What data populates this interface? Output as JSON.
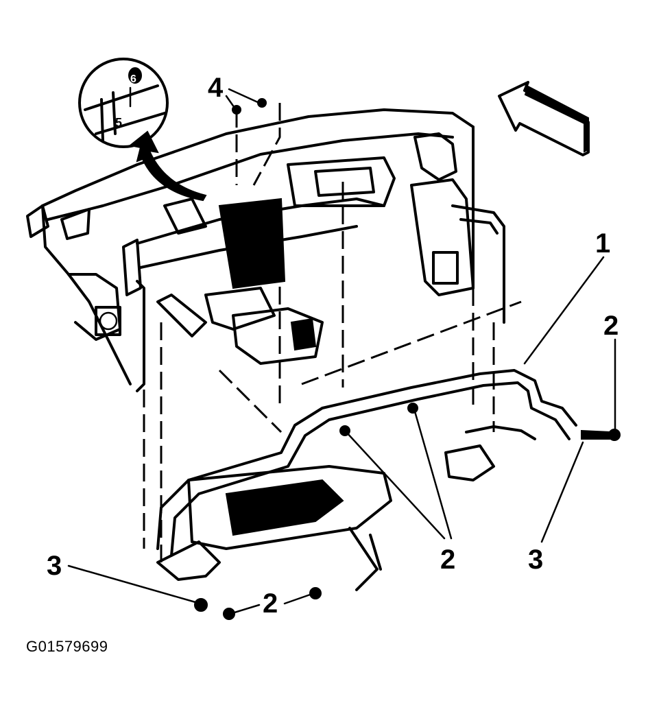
{
  "diagram": {
    "figure_id": "G01579699",
    "callouts": {
      "c1": "1",
      "c2_top_right": "2",
      "c2_middle": "2",
      "c2_bottom": "2",
      "c3_left": "3",
      "c3_right": "3",
      "c4": "4"
    },
    "detail_inset": {
      "digit_upper": "6",
      "digit_lower": "5"
    },
    "colors": {
      "ink": "#000000",
      "background": "#ffffff"
    },
    "icons": [
      "view-direction-arrow-icon",
      "zoom-arrow-icon",
      "fastener-icon"
    ]
  }
}
